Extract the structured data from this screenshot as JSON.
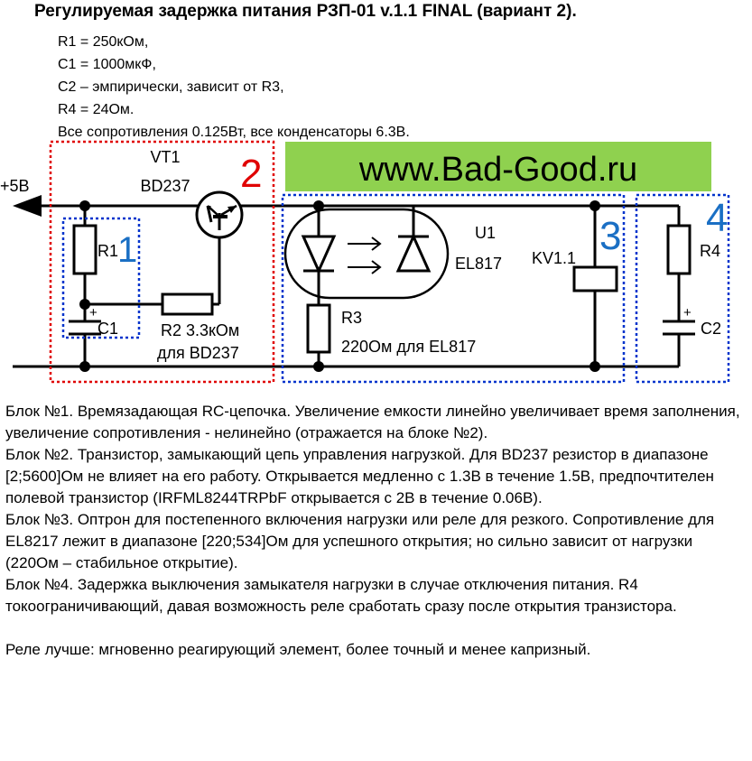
{
  "title": "Регулируемая задержка питания РЗП-01 v.1.1 FINAL (вариант 2).",
  "specs": [
    "R1 = 250кОм,",
    "C1 = 1000мкФ,",
    "C2 – эмпирически, зависит от R3,",
    "R4 = 24Ом.",
    "Все сопротивления 0.125Вт, все конденсаторы 6.3В."
  ],
  "schematic": {
    "banner": "www.Bad-Good.ru",
    "power_label": "+5B",
    "vt1_name": "VT1",
    "vt1_model": "BD237",
    "r1": "R1",
    "c1": "C1",
    "r2": "R2 3.3кОм",
    "r2_note": "для BD237",
    "r3": "R3",
    "r3_note": "220Ом для EL817",
    "u1_name": "U1",
    "u1_model": "EL817",
    "kv": "KV1.1",
    "r4": "R4",
    "c2": "C2",
    "plus": "+",
    "blocks": [
      "1",
      "2",
      "3",
      "4"
    ],
    "colors": {
      "block1": "#0033cc",
      "block2": "#e00000",
      "block3": "#0033cc",
      "block4": "#0033cc",
      "banner_bg": "#8fd14f",
      "block_number_blue": "#1a6fc4",
      "block_number_red": "#e00000"
    }
  },
  "description": [
    "Блок №1. Времязадающая RC-цепочка. Увеличение емкости линейно увеличивает время заполнения, увеличение сопротивления - нелинейно (отражается на блоке №2).",
    "Блок №2. Транзистор, замыкающий цепь управления нагрузкой. Для BD237 резистор в диапазоне [2;5600]Ом не влияет на его работу. Открывается медленно с 1.3В в течение 1.5В, предпочтителен полевой транзистор (IRFML8244TRPbF открывается с 2В в течение 0.06В).",
    "Блок №3. Оптрон для постепенного включения нагрузки или реле для резкого. Сопротивление для EL8217 лежит в диапазоне [220;534]Ом для успешного открытия; но сильно зависит от нагрузки (220Ом – стабильное открытие).",
    "Блок №4. Задержка выключения замыкателя нагрузки в случае отключения питания. R4 токоограничивающий, давая возможность реле сработать сразу после открытия транзистора."
  ],
  "conclusion": "Реле лучше: мгновенно реагирующий элемент, более точный и менее капризный."
}
